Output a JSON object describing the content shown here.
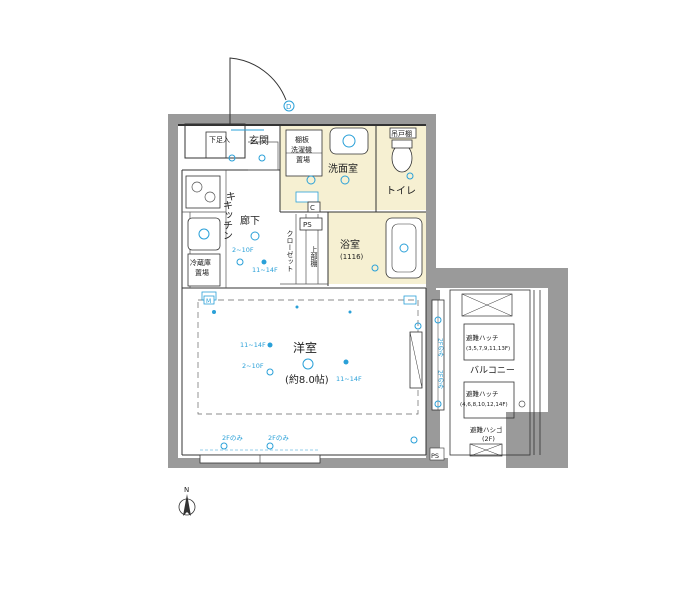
{
  "rooms": {
    "genkan": "玄関",
    "geta": "下足入",
    "shelf": "棚板",
    "washer": "洗濯機",
    "washer2": "置場",
    "senmen": "洗面室",
    "toilet": "トイレ",
    "hanger": "吊戸棚",
    "kitchen": "キッチン",
    "rouka": "廊下",
    "ps": "PS",
    "closet": "クローゼット",
    "upper_shelf": "上部棚",
    "yokushitsu": "浴室",
    "bath_size": "(1116)",
    "fridge": "冷蔵庫",
    "fridge2": "置場",
    "youshitsu": "洋室",
    "youshitsu_size": "(約8.0帖)",
    "balcony": "バルコニー",
    "hatch1": "避難ハッチ",
    "hatch1_floors": "(3,5,7,9,11,13F)",
    "hatch2": "避難ハッチ",
    "hatch2_floors": "(4,6,8,10,12,14F)",
    "ladder": "避難ハシゴ",
    "ladder_floor": "(2F)",
    "ps_balcony": "PS"
  },
  "notes": {
    "f2_10a": "2~10F",
    "f11_14a": "11~14F",
    "f11_14b": "11~14F",
    "f2_10b": "2~10F",
    "f11_14c": "11~14F",
    "f2only_a": "2Fのみ",
    "f2only_b": "2Fのみ",
    "f2only_c": "2Fのみ",
    "f2only_d": "2Fのみ"
  },
  "symbols": {
    "d": "D",
    "c": "C",
    "m": "M",
    "north": "N"
  }
}
